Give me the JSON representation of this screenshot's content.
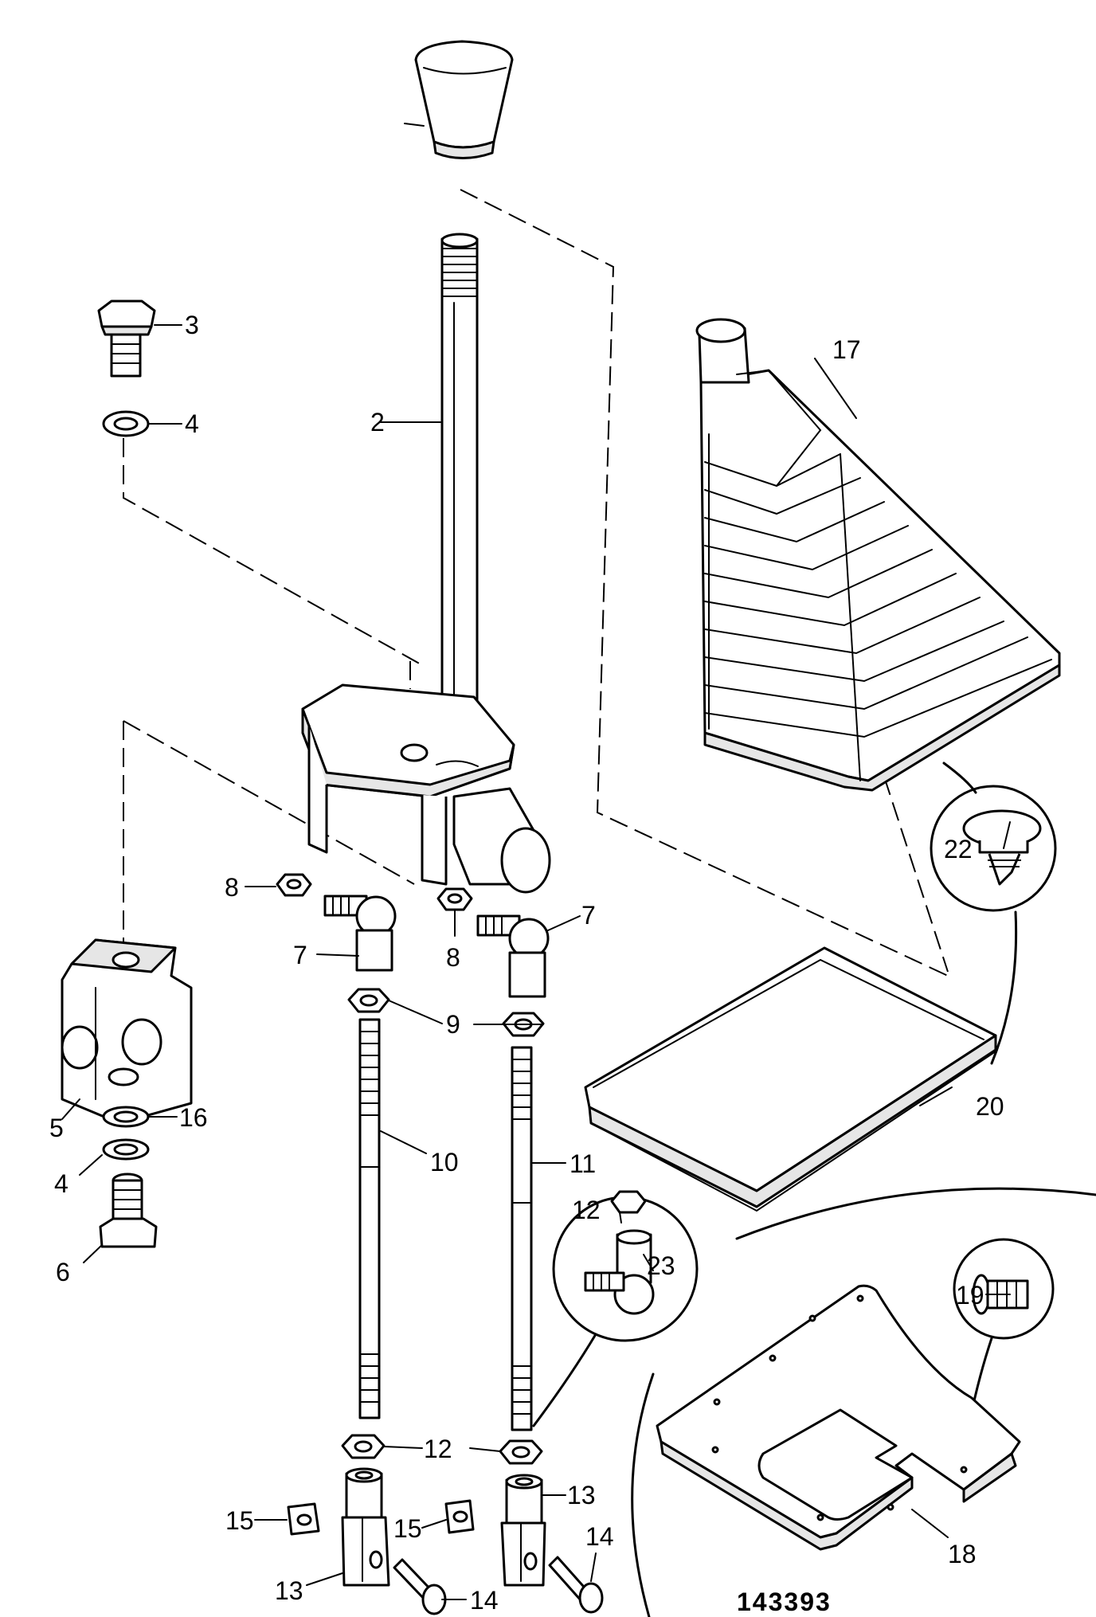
{
  "figure_number": "143393",
  "callouts": [
    {
      "id": "c2",
      "text": "2"
    },
    {
      "id": "c3",
      "text": "3"
    },
    {
      "id": "c4a",
      "text": "4"
    },
    {
      "id": "c4b",
      "text": "4"
    },
    {
      "id": "c5",
      "text": "5"
    },
    {
      "id": "c6",
      "text": "6"
    },
    {
      "id": "c7a",
      "text": "7"
    },
    {
      "id": "c7b",
      "text": "7"
    },
    {
      "id": "c8a",
      "text": "8"
    },
    {
      "id": "c8b",
      "text": "8"
    },
    {
      "id": "c9",
      "text": "9"
    },
    {
      "id": "c10",
      "text": "10"
    },
    {
      "id": "c11",
      "text": "11"
    },
    {
      "id": "c12a",
      "text": "12"
    },
    {
      "id": "c12b",
      "text": "12"
    },
    {
      "id": "c13a",
      "text": "13"
    },
    {
      "id": "c13b",
      "text": "13"
    },
    {
      "id": "c14a",
      "text": "14"
    },
    {
      "id": "c14b",
      "text": "14"
    },
    {
      "id": "c15a",
      "text": "15"
    },
    {
      "id": "c15b",
      "text": "15"
    },
    {
      "id": "c16",
      "text": "16"
    },
    {
      "id": "c17",
      "text": "17"
    },
    {
      "id": "c18",
      "text": "18"
    },
    {
      "id": "c19",
      "text": "19"
    },
    {
      "id": "c20",
      "text": "20"
    },
    {
      "id": "c22",
      "text": "22"
    },
    {
      "id": "c23",
      "text": "23"
    }
  ]
}
